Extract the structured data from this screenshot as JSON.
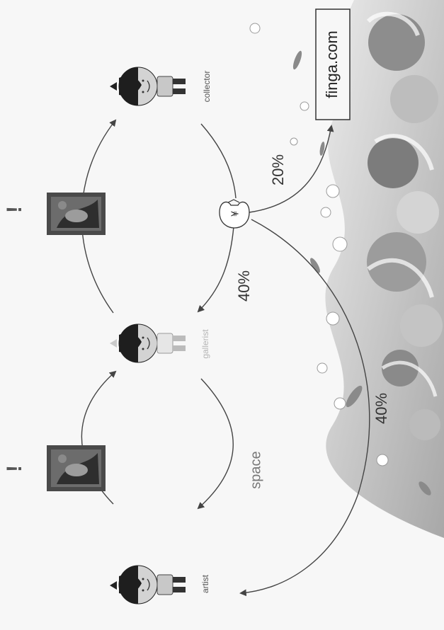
{
  "nodes": {
    "artist": {
      "label": "artist"
    },
    "gallerist": {
      "label": "gallerist"
    },
    "collector": {
      "label": "collector"
    }
  },
  "edges": {
    "space_label": "space",
    "pct_gallerist": "40%",
    "pct_finga": "20%",
    "pct_artist": "40%"
  },
  "money_bag": {
    "symbol": "¥"
  },
  "brand": {
    "text": "finga.com"
  },
  "alerts": {
    "mark": "!"
  },
  "colors": {
    "line": "#444444",
    "face": "#d3d3d3",
    "hair": "#1e1e1e",
    "gallerist_marker": "#c9c9c9"
  }
}
